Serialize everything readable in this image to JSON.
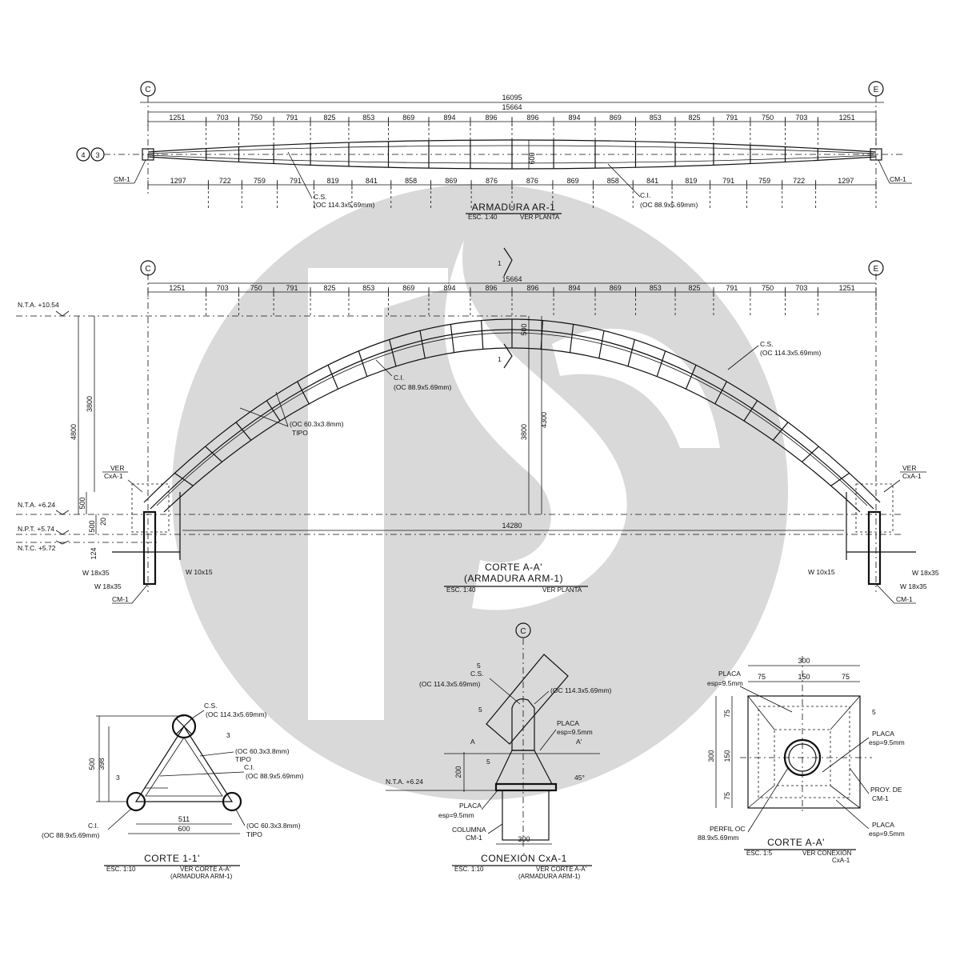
{
  "watermark_color": "#d9d9d9",
  "line_color": "#111111",
  "plan": {
    "title": "ARMADURA AR-1",
    "scale": "ESC. 1:40",
    "ref": "VER PLANTA",
    "axis_left": "C",
    "axis_right": "E",
    "grid_bubbles": [
      "4",
      "3"
    ],
    "overall_dims": [
      "16095",
      "15664"
    ],
    "top_dims": [
      "1251",
      "703",
      "750",
      "791",
      "825",
      "853",
      "869",
      "894",
      "896",
      "896",
      "894",
      "869",
      "853",
      "825",
      "791",
      "750",
      "703",
      "1251"
    ],
    "bottom_dims": [
      "1297",
      "722",
      "759",
      "791",
      "819",
      "841",
      "858",
      "869",
      "876",
      "876",
      "869",
      "858",
      "841",
      "819",
      "791",
      "759",
      "722",
      "1297"
    ],
    "depth": "600",
    "left_support": "CM-1",
    "right_support": "CM-1",
    "cs_label": "C.S.",
    "cs_spec": "(OC 114.3x5.69mm)",
    "ci_label": "C.I.",
    "ci_spec": "(OC 88.9x5.69mm)"
  },
  "section": {
    "title": "CORTE A-A'",
    "subtitle": "(ARMADURA ARM-1)",
    "scale": "ESC. 1:40",
    "ref": "VER PLANTA",
    "axis_left": "C",
    "axis_right": "E",
    "cut_mark": "1",
    "overall": "15664",
    "top_dims": [
      "1251",
      "703",
      "750",
      "791",
      "825",
      "853",
      "869",
      "894",
      "896",
      "896",
      "894",
      "869",
      "853",
      "825",
      "791",
      "750",
      "703",
      "1251"
    ],
    "levels": [
      "N.T.A. +10.54",
      "N.T.A. +6.24",
      "N.P.T. +5.74",
      "N.T.C. +5.72"
    ],
    "left_vert_dims": [
      "4800",
      "3800",
      "500",
      "500",
      "20",
      "124"
    ],
    "mid_dims": [
      "500",
      "3800",
      "4300"
    ],
    "span": "14280",
    "cs_label": "C.S.",
    "cs_spec": "(OC 114.3x5.69mm)",
    "ci_label": "C.I.",
    "ci_spec": "(OC 88.9x5.69mm)",
    "web_spec": "(OC 60.3x3.8mm)",
    "web_tipo": "TIPO",
    "ver_left": "VER",
    "ver_left_ref": "CxA-1",
    "ver_right": "VER",
    "ver_right_ref": "CxA-1",
    "w_labels": [
      "W 18x35",
      "W 18x35",
      "W 10x15",
      "W 10x15",
      "W 18x35",
      "W 18x35"
    ],
    "cm_left": "CM-1",
    "cm_right": "CM-1"
  },
  "corte11": {
    "title": "CORTE 1-1'",
    "scale": "ESC. 1:10",
    "ref": "VER CORTE A-A'",
    "ref2": "(ARMADURA ARM-1)",
    "cs_label": "C.S.",
    "cs_spec": "(OC 114.3x5.69mm)",
    "web_spec": "(OC 60.3x3.8mm)",
    "web_tipo": "TIPO",
    "ci_label": "C.I.",
    "ci_spec": "(OC 88.9x5.69mm)",
    "ci_label2": "C.I.",
    "ci_spec2": "(OC 88.9x5.69mm)",
    "web_spec2": "(OC 60.3x3.8mm)",
    "web_tipo2": "TIPO",
    "dims": [
      "500",
      "398",
      "511",
      "600"
    ],
    "weld": "3"
  },
  "conexion": {
    "title": "CONEXIÓN CxA-1",
    "scale": "ESC. 1:10",
    "ref": "VER CORTE A-A'",
    "ref2": "(ARMADURA ARM-1)",
    "axis": "C",
    "cs_label": "C.S.",
    "cs_spec": "(OC 114.3x5.69mm)",
    "cs_spec2": "(OC 114.3x5.69mm)",
    "placa": "PLACA",
    "placa_esp": "esp=9.5mm",
    "placa2": "PLACA",
    "placa2_esp": "esp=9.5mm",
    "level": "N.T.A. +6.24",
    "col": "COLUMNA",
    "col_ref": "CM-1",
    "dims": [
      "200",
      "300"
    ],
    "angle": "45°",
    "cut_a": "A",
    "cut_a2": "A'",
    "weld": "5"
  },
  "corteaa": {
    "title": "CORTE A-A'",
    "scale": "ESC. 1:5",
    "ref": "VER CONEXIÓN",
    "ref2": "CxA-1",
    "dims_top": [
      "300",
      "75",
      "150",
      "75"
    ],
    "dims_left": [
      "75",
      "300",
      "150",
      "75"
    ],
    "placa_tl": "PLACA",
    "placa_tl_esp": "esp=9.5mm",
    "placa_r": "PLACA",
    "placa_r_esp": "esp=9.5mm",
    "proy": "PROY. DE",
    "proy_ref": "CM-1",
    "placa_br": "PLACA",
    "placa_br_esp": "esp=9.5mm",
    "perfil": "PERFIL OC",
    "perfil_spec": "88.9x5.69mm",
    "weld": "5"
  }
}
